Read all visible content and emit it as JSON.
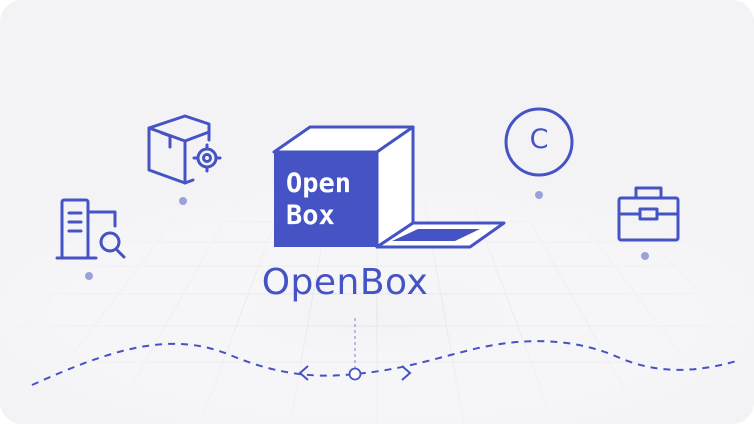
{
  "brand": {
    "logo_text_line1": "Open",
    "logo_text_line2": "Box",
    "title": "OpenBox"
  },
  "icons": [
    {
      "name": "document-search-icon"
    },
    {
      "name": "package-settings-icon"
    },
    {
      "name": "copyright-icon",
      "glyph": "C"
    },
    {
      "name": "briefcase-icon"
    }
  ],
  "colors": {
    "accent": "#4553c4",
    "background": "#f3f3f6",
    "line": "#a9afe0"
  }
}
